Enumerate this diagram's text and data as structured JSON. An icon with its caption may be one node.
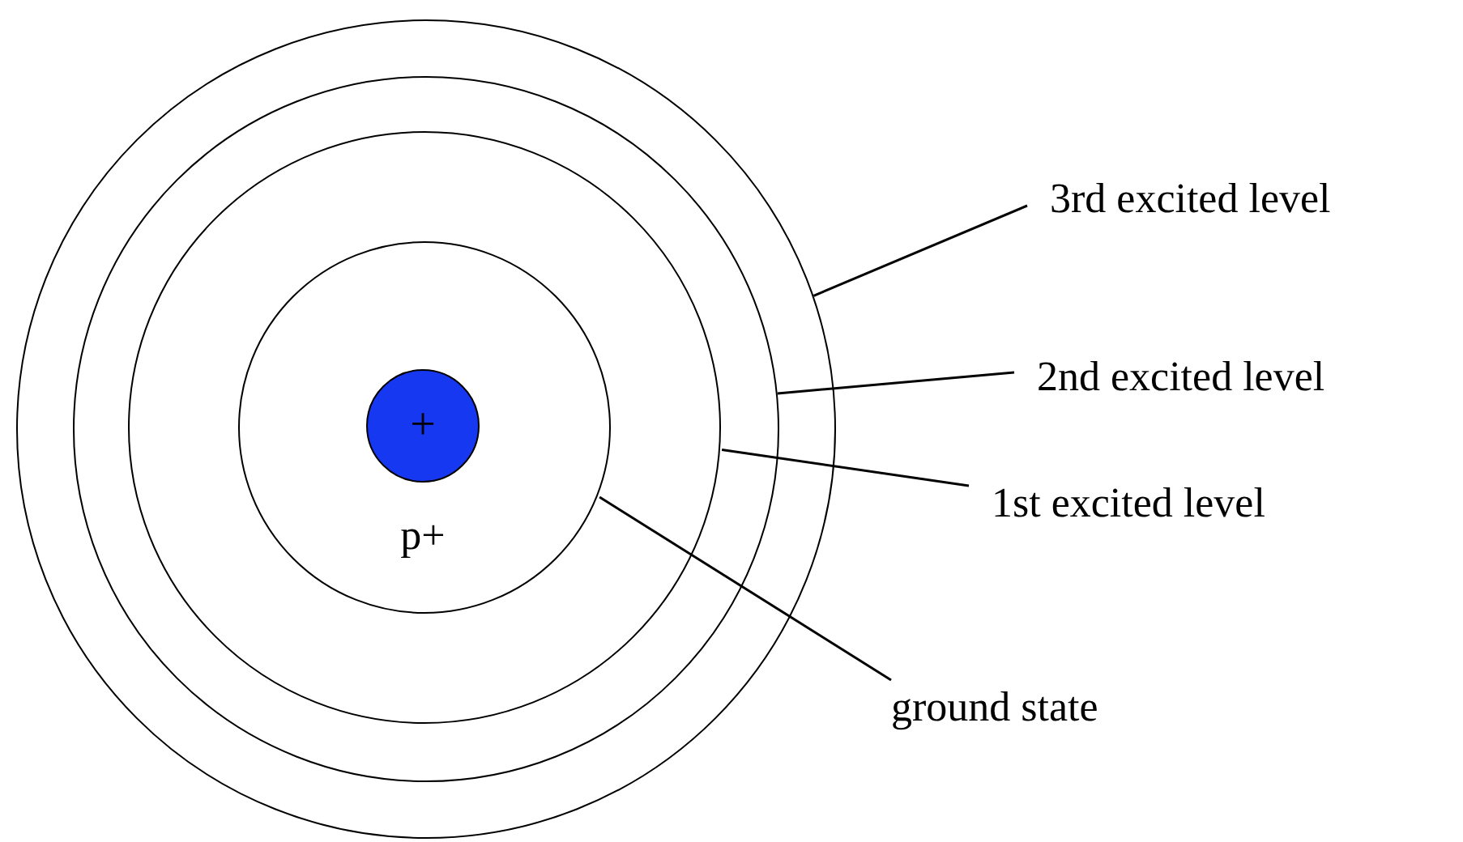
{
  "diagram": {
    "nodes": [
      {
        "text": [],
        "shape": "circle"
      },
      {
        "text": [],
        "shape": "circle",
        "in": 0
      },
      {
        "text": [],
        "shape": "circle",
        "in": 1
      },
      {
        "text": [],
        "shape": "circle",
        "in": 2
      },
      {
        "text": [
          "+"
        ],
        "in": 3,
        "beside": [
          "p+"
        ]
      },
      {
        "text": [
          "3rd excited level"
        ]
      },
      {
        "text": [
          "2nd excited level"
        ]
      },
      {
        "text": [
          "1st excited level"
        ]
      },
      {
        "text": [
          "ground state"
        ]
      }
    ],
    "edges": [
      {
        "from": 5,
        "to": 0,
        "arrow": "none"
      },
      {
        "from": 6,
        "to": 1,
        "arrow": "none"
      },
      {
        "from": 7,
        "to": 2,
        "arrow": "none"
      },
      {
        "from": 8,
        "to": 3,
        "arrow": "none"
      }
    ]
  }
}
